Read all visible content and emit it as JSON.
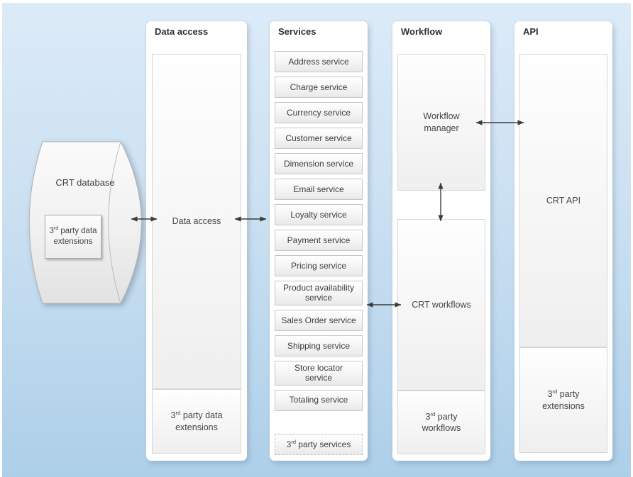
{
  "database": {
    "label": "CRT database",
    "third_party": {
      "base": "3",
      "sup": "rd",
      "rest": " party data extensions"
    }
  },
  "columns": {
    "data_access": {
      "header": "Data access",
      "main_box": "Data access",
      "third_party": {
        "base": "3",
        "sup": "rd",
        "rest": " party data extensions"
      }
    },
    "services": {
      "header": "Services",
      "items": [
        "Address service",
        "Charge service",
        "Currency service",
        "Customer service",
        "Dimension service",
        "Email service",
        "Loyalty service",
        "Payment service",
        "Pricing service",
        "Product availability service",
        "Sales Order service",
        "Shipping service",
        "Store locator service",
        "Totaling service"
      ],
      "third_party": {
        "base": "3",
        "sup": "rd",
        "rest": " party services"
      }
    },
    "workflow": {
      "header": "Workflow",
      "manager_box": "Workflow manager",
      "crt_box": "CRT workflows",
      "third_party": {
        "base": "3",
        "sup": "rd",
        "rest": " party workflows"
      }
    },
    "api": {
      "header": "API",
      "crt_box": "CRT API",
      "third_party": {
        "base": "3",
        "sup": "rd",
        "rest": " party extensions"
      }
    }
  },
  "colors": {
    "canvas_top": "#dcebf8",
    "canvas_bottom": "#adcfe9",
    "arrow": "#3c3c3c",
    "column_bg": "#ffffff"
  }
}
